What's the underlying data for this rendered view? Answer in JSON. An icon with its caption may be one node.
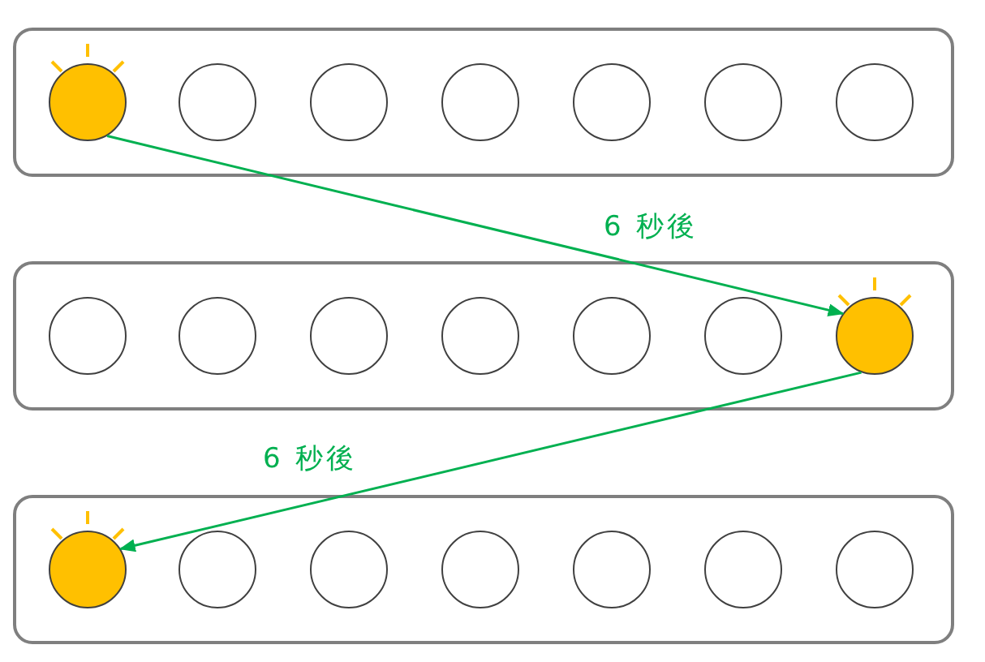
{
  "diagram": {
    "nodes": [
      {
        "text": [],
        "shape": "box"
      },
      {
        "text": [],
        "shape": "circle",
        "in": 0
      },
      {
        "text": [],
        "shape": "circle",
        "in": 0
      },
      {
        "text": [],
        "shape": "circle",
        "in": 0
      },
      {
        "text": [],
        "shape": "circle",
        "in": 0
      },
      {
        "text": [],
        "shape": "circle",
        "in": 0
      },
      {
        "text": [],
        "shape": "circle",
        "in": 0
      },
      {
        "text": [],
        "shape": "circle",
        "in": 0
      },
      {
        "text": [],
        "shape": "box"
      },
      {
        "text": [],
        "shape": "circle",
        "in": 8
      },
      {
        "text": [],
        "shape": "circle",
        "in": 8
      },
      {
        "text": [],
        "shape": "circle",
        "in": 8
      },
      {
        "text": [],
        "shape": "circle",
        "in": 8
      },
      {
        "text": [],
        "shape": "circle",
        "in": 8
      },
      {
        "text": [],
        "shape": "circle",
        "in": 8
      },
      {
        "text": [],
        "shape": "circle",
        "in": 8
      },
      {
        "text": [],
        "shape": "box"
      },
      {
        "text": [],
        "shape": "circle",
        "in": 16
      },
      {
        "text": [],
        "shape": "circle",
        "in": 16
      },
      {
        "text": [],
        "shape": "circle",
        "in": 16
      },
      {
        "text": [],
        "shape": "circle",
        "in": 16
      },
      {
        "text": [],
        "shape": "circle",
        "in": 16
      },
      {
        "text": [],
        "shape": "circle",
        "in": 16
      },
      {
        "text": [],
        "shape": "circle",
        "in": 16
      }
    ],
    "edges": [
      {
        "from": 1,
        "to": 15,
        "arrow": "to",
        "label": "6 秒後"
      },
      {
        "from": 15,
        "to": 17,
        "arrow": "to",
        "label": "6 秒後"
      }
    ]
  }
}
